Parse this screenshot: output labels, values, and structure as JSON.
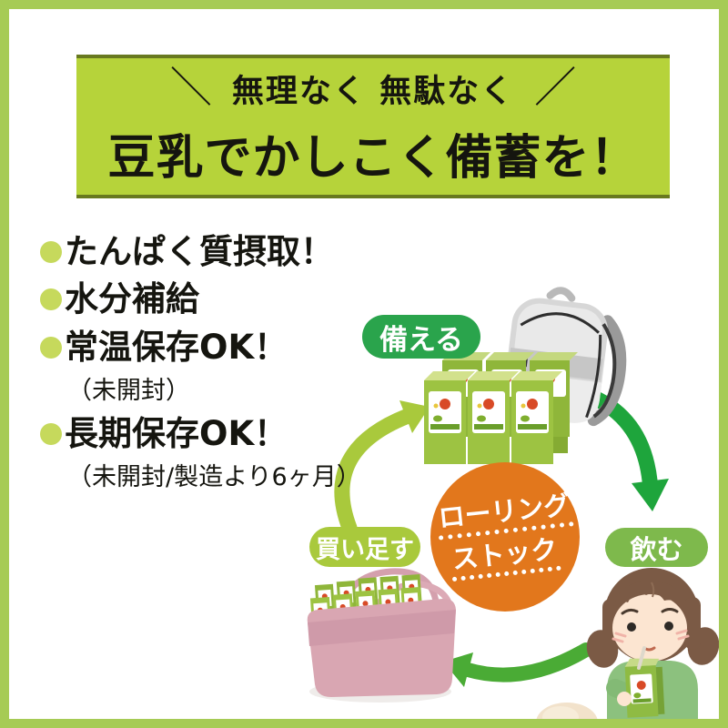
{
  "page": {
    "frame_color": "#a6cb55",
    "background": "#ffffff"
  },
  "banner": {
    "background": "#b6d33a",
    "edge_color": "#68791f",
    "slash_left": "＼",
    "slash_right": "／",
    "tagline": "無理なく 無駄なく",
    "title": "豆乳でかしこく備蓄を！"
  },
  "benefits": {
    "bullet_color": "#c6d95c",
    "items": [
      {
        "label": "たんぱく質摂取！",
        "note": ""
      },
      {
        "label": "水分補給",
        "note": ""
      },
      {
        "label": "常温保存OK！",
        "note": "（未開封）"
      },
      {
        "label": "長期保存OK！",
        "note": "（未開封/製造より6ヶ月）"
      }
    ]
  },
  "cycle": {
    "center_badge": {
      "background": "#e2771c",
      "line1": "ローリング",
      "line2": "ストック"
    },
    "steps": [
      {
        "label": "備える",
        "background": "#2aa44c"
      },
      {
        "label": "飲む",
        "background": "#7eb94c"
      },
      {
        "label": "買い足す",
        "background": "#a9c93c"
      }
    ],
    "arrows": [
      {
        "name": "buy-to-prepare",
        "color": "#a9c93c"
      },
      {
        "name": "prepare-to-drink",
        "color": "#1ea53c"
      },
      {
        "name": "drink-to-buy",
        "color": "#4aab35"
      }
    ],
    "illustrations": [
      {
        "name": "backpack"
      },
      {
        "name": "soymilk-carton-stack"
      },
      {
        "name": "shopping-basket"
      },
      {
        "name": "girl-drinking-soymilk"
      }
    ]
  }
}
